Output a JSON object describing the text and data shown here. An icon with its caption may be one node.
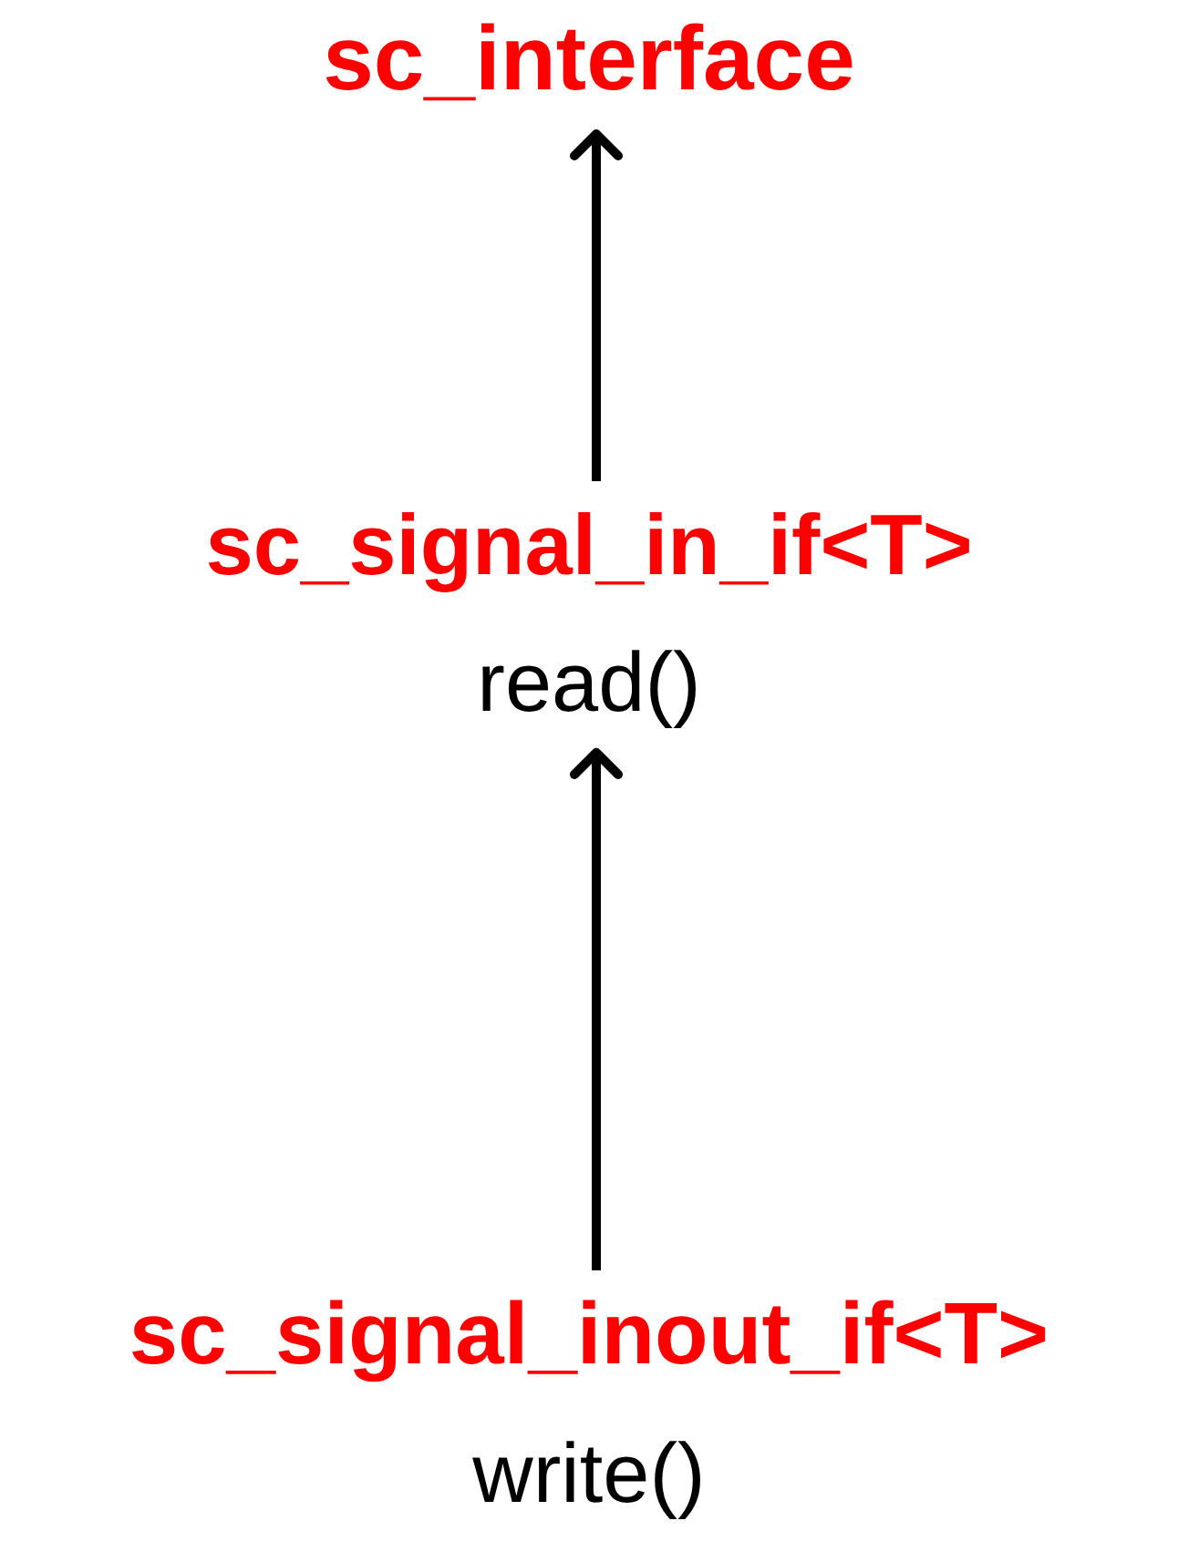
{
  "diagram": {
    "nodes": [
      {
        "text": [
          "sc_interface"
        ]
      },
      {
        "text": [
          "sc_signal_in_if<T>",
          "read()"
        ]
      },
      {
        "text": [
          "sc_signal_inout_if<T>",
          "write()"
        ]
      }
    ],
    "edges": [
      {
        "from": 1,
        "to": 0,
        "arrow": "to"
      },
      {
        "from": 2,
        "to": 1,
        "arrow": "to"
      }
    ]
  }
}
